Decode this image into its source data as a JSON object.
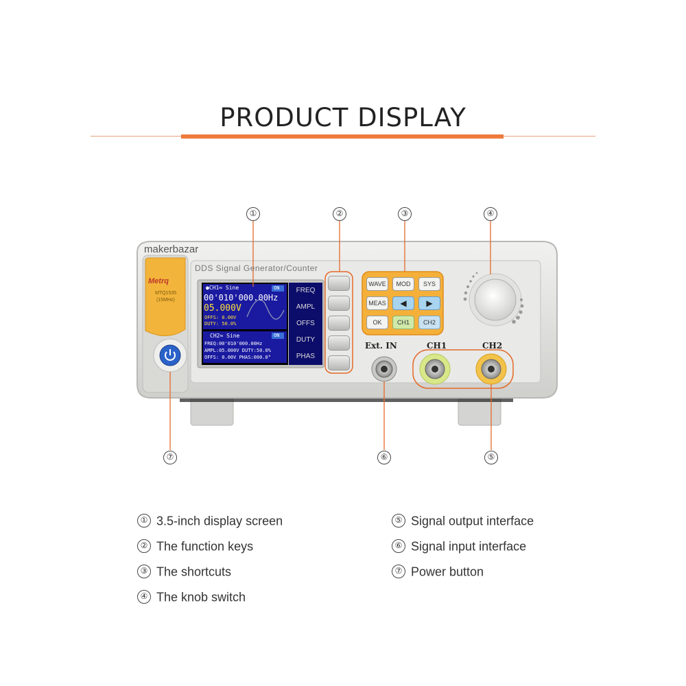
{
  "header": {
    "title": "PRODUCT DISPLAY"
  },
  "brand_watermark": "makerbazar",
  "device": {
    "panel_title": "DDS Signal Generator/Counter",
    "logo": "Metrq",
    "model": "MTQ1535",
    "model_sub": "(15MHz)",
    "screen": {
      "ch1_header": "●CH1≈ Sine",
      "ch1_badge": "ON",
      "ch1_freq": "00'010'000.00Hz",
      "ch1_ampl": "05.000V",
      "ch1_offs": "OFFS: 0.00V",
      "ch1_duty": "DUTY: 50.0%",
      "ch2_header": "CH2≈ Sine",
      "ch2_badge": "ON",
      "ch2_freq": "FREQ:00'010'000.00Hz",
      "ch2_ampl": "AMPL:05.000V DUTY:50.0%",
      "ch2_offs": "OFFS: 0.00V PHAS:000.0°"
    },
    "function_keys": [
      "FREQ",
      "AMPL",
      "OFFS",
      "DUTY",
      "PHAS"
    ],
    "shortcut_keys": {
      "wave": "WAVE",
      "mod": "MOD",
      "sys": "SYS",
      "meas": "MEAS",
      "left": "◀",
      "right": "▶",
      "ok": "OK",
      "ch1": "CH1",
      "ch2": "CH2"
    },
    "connectors": {
      "ext_in": "Ext. IN",
      "ch1": "CH1",
      "ch2": "CH2"
    }
  },
  "callouts": [
    "①",
    "②",
    "③",
    "④",
    "⑤",
    "⑥",
    "⑦"
  ],
  "legend": {
    "left": [
      {
        "num": "①",
        "text": "3.5-inch display screen"
      },
      {
        "num": "②",
        "text": "The function keys"
      },
      {
        "num": "③",
        "text": "The shortcuts"
      },
      {
        "num": "④",
        "text": "The knob switch"
      }
    ],
    "right": [
      {
        "num": "⑤",
        "text": "Signal output interface"
      },
      {
        "num": "⑥",
        "text": "Signal input interface"
      },
      {
        "num": "⑦",
        "text": "Power button"
      }
    ]
  },
  "colors": {
    "accent": "#ee7a3c",
    "shortcut_frame": "#f5a623",
    "body": "#e4e4e2",
    "screen_bg": "#1a1aa0",
    "power": "#2b62c9"
  }
}
